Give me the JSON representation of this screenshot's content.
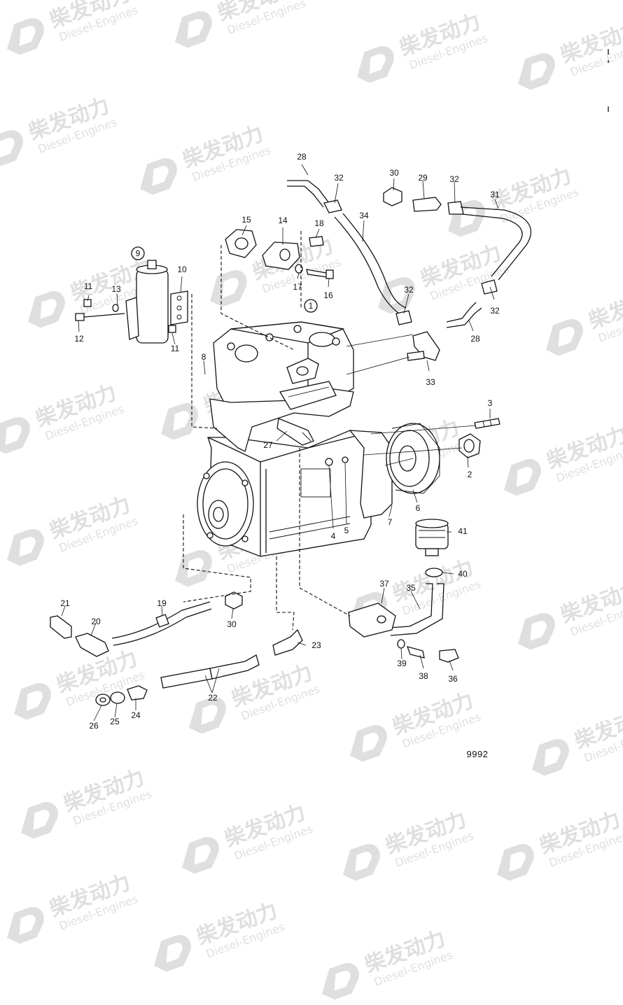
{
  "diagram": {
    "reference_code": "9992",
    "watermark": {
      "brand_cn": "柴发动力",
      "brand_en": "Diesel-Engines"
    },
    "callouts": {
      "c1": "1",
      "c2": "2",
      "c3": "3",
      "c4": "4",
      "c5": "5",
      "c6": "6",
      "c7": "7",
      "c8": "8",
      "c9": "9",
      "c10": "10",
      "c11a": "11",
      "c11b": "11",
      "c12": "12",
      "c13": "13",
      "c14": "14",
      "c15": "15",
      "c16": "16",
      "c17": "17",
      "c18": "18",
      "c19": "19",
      "c20": "20",
      "c21": "21",
      "c22": "22",
      "c23": "23",
      "c24": "24",
      "c25": "25",
      "c26": "26",
      "c27": "27",
      "c28a": "28",
      "c28b": "28",
      "c29": "29",
      "c30a": "30",
      "c30b": "30",
      "c31": "31",
      "c32a": "32",
      "c32b": "32",
      "c32c": "32",
      "c32d": "32",
      "c33": "33",
      "c34": "34",
      "c35": "35",
      "c36": "36",
      "c37": "37",
      "c38": "38",
      "c39": "39",
      "c40": "40",
      "c41": "41"
    }
  }
}
